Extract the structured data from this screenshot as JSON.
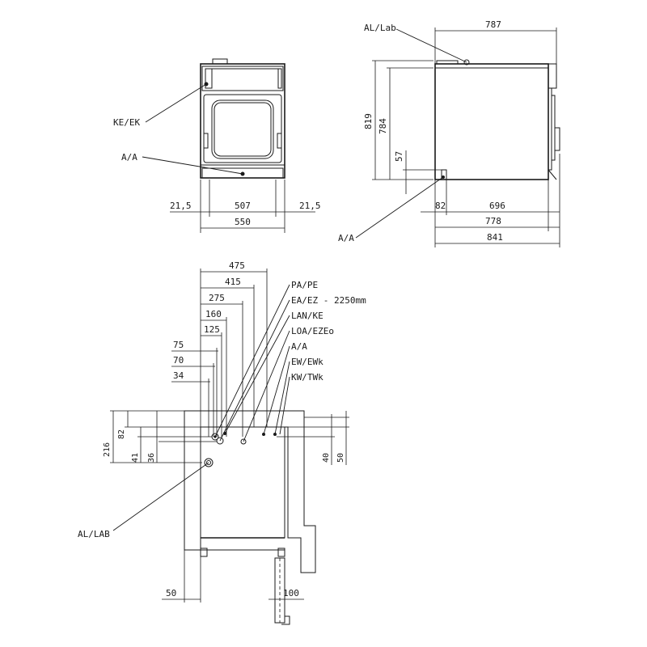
{
  "front_view": {
    "labels": {
      "ke_ek": "KE/EK",
      "a_a": "A/A"
    },
    "dims": {
      "left": "21,5",
      "inner": "507",
      "right": "21,5",
      "width": "550"
    }
  },
  "side_view": {
    "labels": {
      "al_lab": "AL/Lab",
      "a_a": "A/A"
    },
    "dims": {
      "top": "787",
      "h819": "819",
      "h784": "784",
      "h57": "57",
      "d82": "82",
      "d696": "696",
      "d778": "778",
      "d841": "841"
    }
  },
  "plan_view": {
    "dims": {
      "d475": "475",
      "d415": "415",
      "d275": "275",
      "d160": "160",
      "d125": "125",
      "d75": "75",
      "d70": "70",
      "d34": "34",
      "v216": "216",
      "v82": "82",
      "v41": "41",
      "v36": "36",
      "v40": "40",
      "v50": "50",
      "b50": "50",
      "b100": "100"
    },
    "labels": {
      "pa_pe": "PA/PE",
      "ea_ez": "EA/EZ - 2250mm",
      "lan_ke": "LAN/KE",
      "loa_ezeo": "LOA/EZEo",
      "a_a": "A/A",
      "ew_ewk": "EW/EWk",
      "kw_twk": "KW/TWk",
      "al_lab": "AL/LAB"
    }
  }
}
